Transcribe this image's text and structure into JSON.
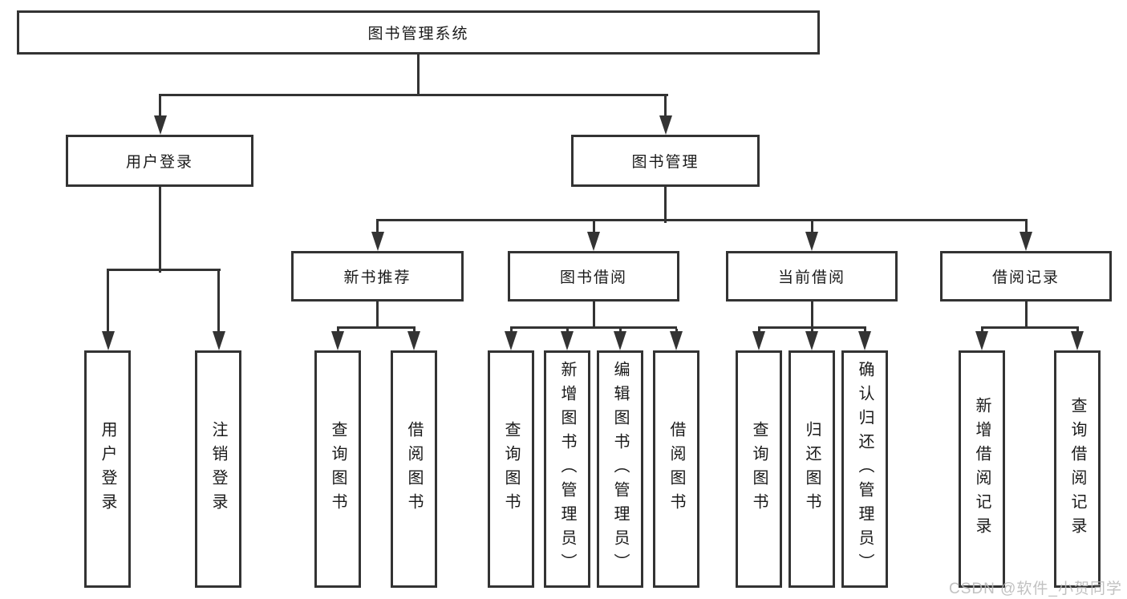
{
  "nodes": {
    "root": {
      "label": "图书管理系统"
    },
    "level2": [
      {
        "label": "用户登录"
      },
      {
        "label": "图书管理"
      }
    ],
    "level3": [
      {
        "label": "新书推荐"
      },
      {
        "label": "图书借阅"
      },
      {
        "label": "当前借阅"
      },
      {
        "label": "借阅记录"
      }
    ],
    "user_login_children": [
      {
        "label": "用户登录"
      },
      {
        "label": "注销登录"
      }
    ],
    "new_books_children": [
      {
        "label": "查询图书"
      },
      {
        "label": "借阅图书"
      }
    ],
    "book_borrow_children": [
      {
        "label": "查询图书"
      },
      {
        "label": "新增图书（管理员）"
      },
      {
        "label": "编辑图书（管理员）"
      },
      {
        "label": "借阅图书"
      }
    ],
    "current_borrow_children": [
      {
        "label": "查询图书"
      },
      {
        "label": "归还图书"
      },
      {
        "label": "确认归还（管理员）"
      }
    ],
    "borrow_records_children": [
      {
        "label": "新增借阅记录"
      },
      {
        "label": "查询借阅记录"
      }
    ]
  },
  "watermark": {
    "text": "CSDN @软件_小贺同学"
  },
  "colors": {
    "line": "#333333",
    "box_background": "#ffffff",
    "text": "#1a1a1a",
    "watermark": "#b9b9b9"
  }
}
